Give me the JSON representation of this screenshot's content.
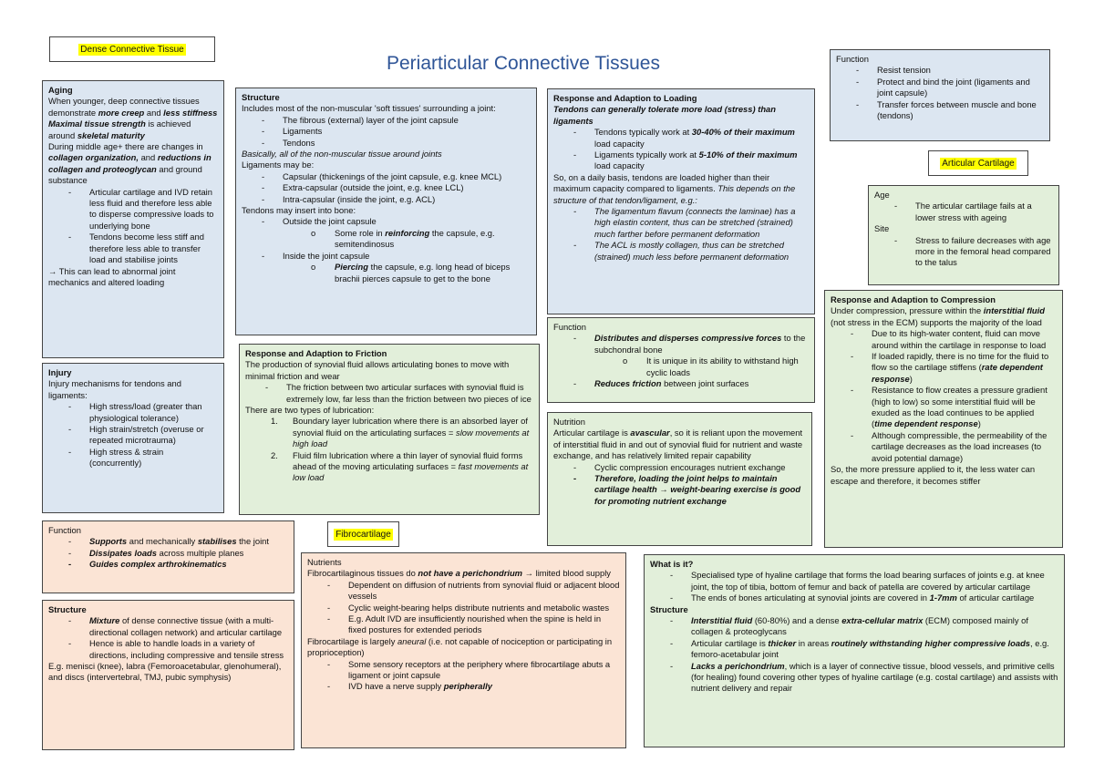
{
  "page_title": "Periarticular Connective Tissues",
  "labels": {
    "dense": "Dense Connective Tissue",
    "articular": "Articular Cartilage",
    "fibro": "Fibrocartilage"
  },
  "aging": {
    "title": "Aging",
    "p1": "When younger, deep connective tissues demonstrate",
    "p1_em": "more creep",
    "p1_and": "and",
    "p1_em2": "less stiffness",
    "p2_em": "Maximal tissue strength",
    "p2": "is achieved around",
    "p2_em2": "skeletal maturity",
    "p3": "During middle age+ there are changes in",
    "p3_em": "collagen organization,",
    "p3_and": "and",
    "p3_em2": "reductions in collagen and proteoglycan",
    "p3_end": "and ground substance",
    "b1": "Articular cartilage and IVD retain less fluid and therefore less able to disperse compressive loads to underlying bone",
    "b2": "Tendons become less stiff and therefore less able to transfer load and stabilise joints",
    "p4": "→ This can lead to abnormal joint mechanics and altered loading"
  },
  "injury": {
    "title": "Injury",
    "p1": "Injury mechanisms for tendons and ligaments:",
    "b1": "High stress/load (greater than physiological tolerance)",
    "b2": "High strain/stretch (overuse or repeated microtrauma)",
    "b3": "High stress & strain (concurrently)"
  },
  "structure_dense": {
    "title": "Structure",
    "p1": "Includes most of the non-muscular 'soft tissues' surrounding a joint:",
    "b1": "The fibrous (external) layer of the joint capsule",
    "b2": "Ligaments",
    "b3": "Tendons",
    "p2": "Basically, all of the non-muscular tissue around joints",
    "p3": "Ligaments may be:",
    "b4": "Capsular (thickenings of the joint capsule, e.g. knee MCL)",
    "b5": "Extra-capsular (outside the joint, e.g. knee LCL)",
    "b6": "Intra-capsular (inside the joint, e.g. ACL)",
    "p4": "Tendons may insert into bone:",
    "b7": "Outside the joint capsule",
    "s1a": "Some role in",
    "s1em": "reinforcing",
    "s1b": "the capsule, e.g. semitendinosus",
    "b8": "Inside the joint capsule",
    "s2em": "Piercing",
    "s2b": "the capsule, e.g. long head of biceps brachii pierces capsule to get to the bone"
  },
  "friction": {
    "title": "Response and Adaption to Friction",
    "p1": "The production of synovial fluid allows articulating bones to move with minimal friction and wear",
    "b1": "The friction between two articular surfaces with synovial fluid is extremely low, far less than the friction between two pieces of ice",
    "p2": "There are two types of lubrication:",
    "n1": "1.",
    "n1a": "Boundary layer lubrication where there is an absorbed layer of synovial fluid on the articulating surfaces =",
    "n1em": "slow movements at high load",
    "n2": "2.",
    "n2a": "Fluid film lubrication where a thin layer of synovial fluid forms ahead of the moving articulating surfaces =",
    "n2em": "fast movements at low load"
  },
  "loading": {
    "title": "Response and Adaption to Loading",
    "p1": "Tendons can generally tolerate more load (stress) than ligaments",
    "b1a": "Tendons typically work at",
    "b1em": "30-40% of their maximum",
    "b1b": "load capacity",
    "b2a": "Ligaments typically work at",
    "b2em": "5-10% of their maximum",
    "b2b": "load capacity",
    "p2": "So, on a daily basis, tendons are loaded higher than their maximum capacity compared to ligaments.",
    "p2em": "This depends on the structure of that tendon/ligament, e.g.:",
    "b3": "The ligamentum flavum (connects the laminae) has a high elastin content, thus can be stretched (strained) much farther before permanent deformation",
    "b4": "The ACL is mostly collagen, thus can be stretched (strained) much less before permanent deformation"
  },
  "function_dense": {
    "title": "Function",
    "b1": "Resist tension",
    "b2": "Protect and bind the joint (ligaments and joint capsule)",
    "b3": "Transfer forces between muscle and bone (tendons)"
  },
  "age_site": {
    "t1": "Age",
    "b1": "The articular cartilage fails at a lower stress with ageing",
    "t2": "Site",
    "b2": "Stress to failure decreases with age more in the femoral head compared to the talus"
  },
  "compression": {
    "title": "Response and Adaption to Compression",
    "p1a": "Under compression, pressure within the",
    "p1em": "interstitial fluid",
    "p1b": "(not stress in the ECM) supports the majority of the load",
    "b1": "Due to its high-water content, fluid can move around within the cartilage in response to load",
    "b2a": "If loaded rapidly, there is no time for the fluid to flow so the cartilage stiffens (",
    "b2em": "rate dependent response",
    "b2b": ")",
    "b3a": "Resistance to flow creates a pressure gradient (high to low) so some interstitial fluid will be exuded as the load continues to be applied (",
    "b3em": "time dependent response",
    "b3b": ")",
    "b4": "Although compressible, the permeability of the cartilage decreases as the load increases (to avoid potential damage)",
    "p2": "So, the more pressure applied to it, the less water can escape and therefore, it becomes stiffer"
  },
  "function_cart": {
    "title": "Function",
    "b1em": "Distributes and disperses compressive forces",
    "b1b": "to the subchondral bone",
    "s1": "It is unique in its ability to withstand high cyclic loads",
    "b2em": "Reduces friction",
    "b2b": "between joint surfaces"
  },
  "nutrition": {
    "title": "Nutrition",
    "p1a": "Articular cartilage is",
    "p1em": "avascular",
    "p1b": ", so it is reliant upon the movement of interstitial fluid in and out of synovial fluid for nutrient and waste exchange, and has relatively limited repair capability",
    "b1": "Cyclic compression encourages nutrient exchange",
    "b2": "Therefore, loading the joint helps to maintain cartilage health → weight-bearing exercise is good for promoting nutrient exchange"
  },
  "function_fibro": {
    "title": "Function",
    "b1em": "Supports",
    "b1a": "and mechanically",
    "b1em2": "stabilises",
    "b1b": "the joint",
    "b2em": "Dissipates loads",
    "b2b": "across multiple planes",
    "b3em": "Guides complex arthrokinematics"
  },
  "structure_fibro": {
    "title": "Structure",
    "b1em": "Mixture",
    "b1b": "of dense connective tissue (with a multi-directional collagen network) and articular cartilage",
    "b2": "Hence is able to handle loads in a variety of directions, including compressive and tensile stress",
    "p1": "E.g. menisci (knee), labra (Femoroacetabular, glenohumeral), and discs (intervertebral, TMJ, pubic symphysis)"
  },
  "nutrients": {
    "title": "Nutrients",
    "p1a": "Fibrocartilaginous tissues do",
    "p1em": "not have a perichondrium",
    "p1b": "→ limited blood supply",
    "b1": "Dependent on diffusion of nutrients from synovial fluid or adjacent blood vessels",
    "b2": "Cyclic weight-bearing helps distribute nutrients and metabolic wastes",
    "b3": "E.g. Adult IVD are insufficiently nourished when the spine is held in fixed postures for extended periods",
    "p2a": "Fibrocartilage is largely",
    "p2em": "aneural",
    "p2b": "(i.e. not capable of nociception or participating in proprioception)",
    "b4": "Some sensory receptors at the periphery where fibrocartilage abuts a ligament or joint capsule",
    "b5a": "IVD have a nerve supply",
    "b5em": "peripherally"
  },
  "whatis": {
    "title": "What is it?",
    "b1": "Specialised type of hyaline cartilage that forms the load bearing surfaces of joints e.g. at knee joint, the top of tibia, bottom of femur and back of patella are covered by articular cartilage",
    "b2a": "The ends of bones articulating at synovial joints are covered in",
    "b2em": "1-7mm",
    "b2b": "of articular cartilage",
    "t2": "Structure",
    "b3em": "Interstitial fluid",
    "b3a": "(60-80%) and a dense",
    "b3em2": "extra-cellular matrix",
    "b3b": "(ECM) composed mainly of collagen & proteoglycans",
    "b4a": "Articular cartilage is",
    "b4em": "thicker",
    "b4b": "in areas",
    "b4em2": "routinely withstanding higher compressive loads",
    "b4c": ", e.g. femoro-acetabular joint",
    "b5em": "Lacks a perichondrium",
    "b5b": ", which is a layer of connective tissue, blood vessels, and primitive cells (for healing) found covering other types of hyaline cartilage (e.g. costal cartilage) and assists with nutrient delivery and repair"
  }
}
